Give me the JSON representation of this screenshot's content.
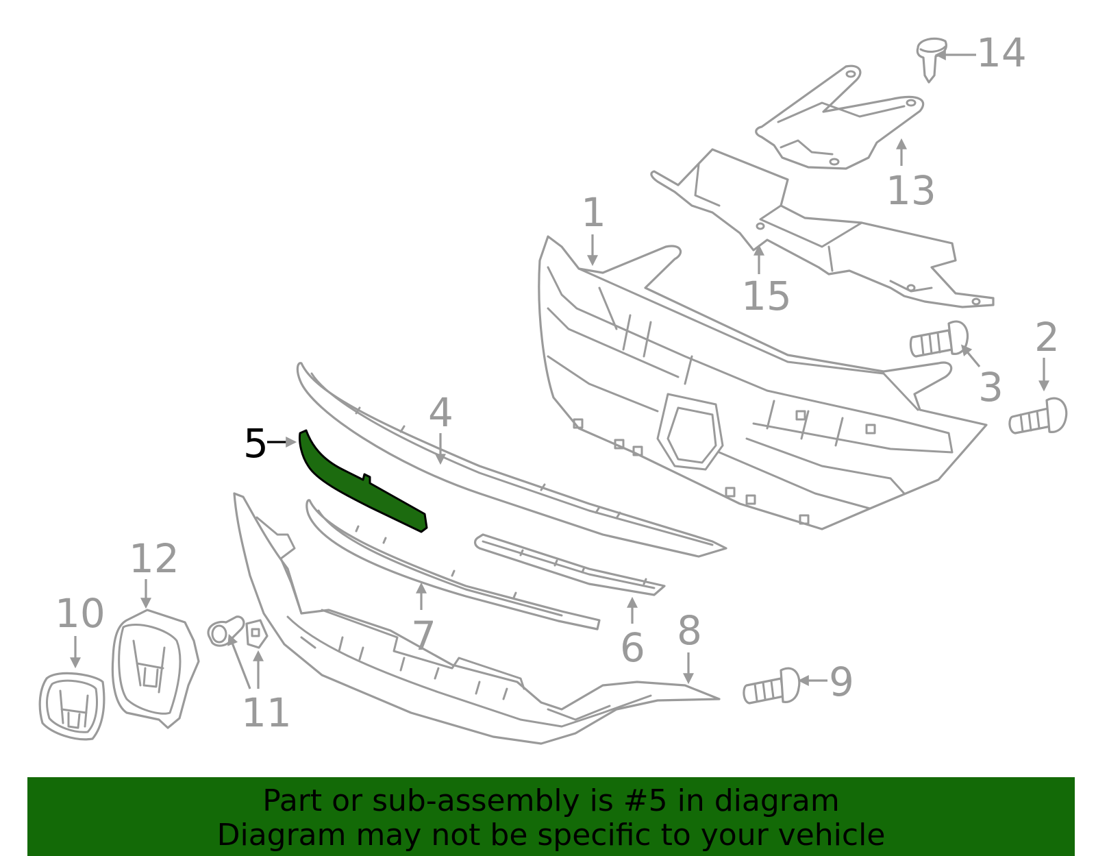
{
  "callouts": {
    "c1": "1",
    "c2": "2",
    "c3": "3",
    "c4": "4",
    "c5": "5",
    "c6": "6",
    "c7": "7",
    "c8": "8",
    "c9": "9",
    "c10": "10",
    "c11": "11",
    "c12": "12",
    "c13": "13",
    "c14": "14",
    "c15": "15"
  },
  "highlighted_part": "5",
  "colors": {
    "highlight": "#1c6b0f",
    "banner": "#136a07",
    "line": "#9a9a9a"
  },
  "banner": {
    "line1": "Part or sub-assembly is #5 in diagram",
    "line2": "Diagram may not be specific to your vehicle"
  }
}
